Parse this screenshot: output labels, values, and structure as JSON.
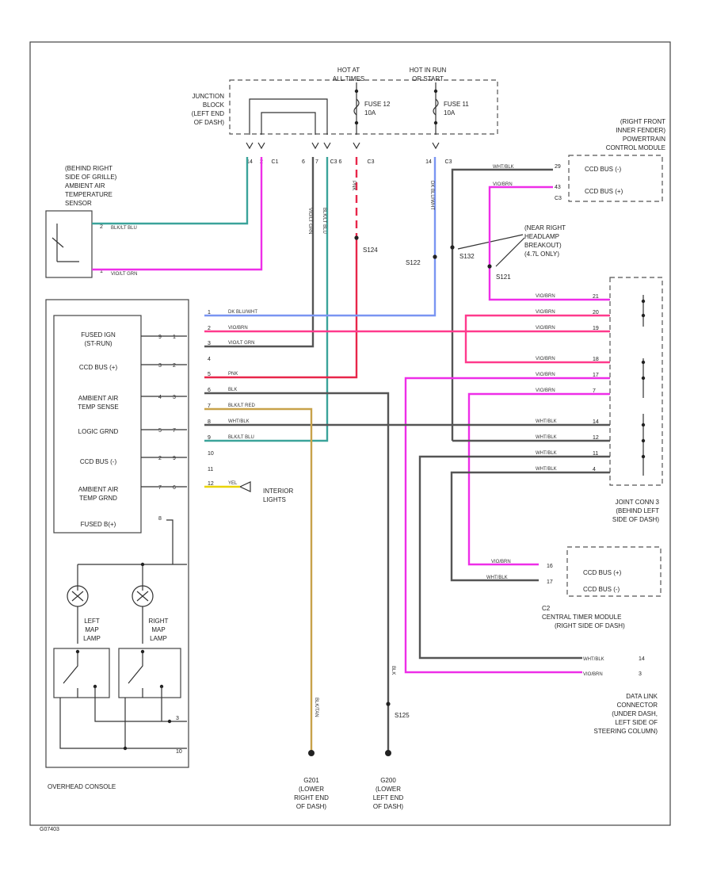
{
  "labels": {
    "hot_always": [
      "HOT AT",
      "ALL TIMES"
    ],
    "hot_run": [
      "HOT IN RUN",
      "OR START"
    ],
    "junction_block": [
      "JUNCTION",
      "BLOCK",
      "(LEFT END",
      "OF DASH)"
    ],
    "fuse12": [
      "FUSE 12",
      "10A"
    ],
    "fuse11": [
      "FUSE 11",
      "10A"
    ],
    "jb_pins": [
      "14",
      "2",
      "C1",
      "6",
      "7",
      "C3 6",
      "C3",
      "14",
      "C3"
    ],
    "sensor": [
      "(BEHIND RIGHT",
      "SIDE OF GRILLE)",
      "AMBIENT AIR",
      "TEMPERATURE",
      "SENSOR"
    ],
    "pcm": [
      "(RIGHT FRONT",
      "INNER FENDER)",
      "POWERTRAIN",
      "CONTROL MODULE"
    ],
    "pcm_pins": [
      "CCD BUS (-)",
      "CCD BUS (+)",
      "C3"
    ],
    "headlamp_bo": [
      "(NEAR RIGHT",
      "HEADLAMP",
      "BREAKOUT)",
      "(4.7L ONLY)"
    ],
    "splices": [
      "S124",
      "S122",
      "S132",
      "S121"
    ],
    "console_rows": [
      "FUSED IGN",
      "(ST-RUN)",
      "CCD BUS (+)",
      "AMBIENT AIR",
      "TEMP SENSE",
      "LOGIC GRND",
      "CCD BUS (-)",
      "AMBIENT AIR",
      "TEMP GRND",
      "FUSED B(+)"
    ],
    "console_title": "OVERHEAD CONSOLE",
    "interior_lights": [
      "INTERIOR",
      "LIGHTS"
    ],
    "map_lamps": [
      "LEFT",
      "MAP",
      "LAMP",
      "RIGHT",
      "MAP",
      "LAMP"
    ],
    "joint_conn": [
      "JOINT CONN 3",
      "(BEHIND LEFT",
      "SIDE OF DASH)"
    ],
    "ctm": [
      "C2",
      "CENTRAL TIMER MODULE",
      "(RIGHT SIDE OF DASH)"
    ],
    "ctm_pins": [
      "CCD BUS (+)",
      "CCD BUS (-)"
    ],
    "dlc": [
      "DATA LINK",
      "CONNECTOR",
      "(UNDER DASH,",
      "LEFT SIDE OF",
      "STEERING COLUMN)"
    ],
    "g201": [
      "G201",
      "(LOWER",
      "RIGHT END",
      "OF DASH)"
    ],
    "g200": [
      "G200",
      "(LOWER",
      "LEFT END",
      "OF DASH)"
    ],
    "g_splice": "S125",
    "code": "G07403"
  },
  "wires": {
    "sensor_tan": "BLK/LT BLU",
    "sensor_vio": "VIO/LT GRN",
    "jb_dk_blu_wht": "DK BLU/WHT",
    "jb_vio_grn": "VIO/LT GRN",
    "jb_blk_lt_blu": "BLK/LT BLU",
    "jb_pnk": "PNK",
    "jb_dk_blu_wht2": "DK BLU/WHT",
    "wht_blk": "WHT/BLK",
    "vio_brn": "VIO/BRN",
    "console_list": [
      "DK BLU/WHT",
      "VIO/BRN",
      "VIO/LT GRN",
      "",
      "PNK",
      "BLK",
      "BLK/LT RED",
      "WHT/BLK",
      "BLK/LT BLU",
      "",
      "",
      "YEL"
    ],
    "console_pins": [
      "1",
      "2",
      "3",
      "4",
      "5",
      "6",
      "7",
      "8",
      "9",
      "10",
      "11",
      "12"
    ],
    "ground_tan": "BLK/TAN",
    "ground_blk": "BLK"
  },
  "colors": {
    "teal": "#3aa39a",
    "magenta": "#ee2ee8",
    "pink": "#ff3a8c",
    "red": "#e8264a",
    "blue": "#7a95f2",
    "gray": "#555555",
    "tan": "#c8a24a",
    "yellow": "#e9d400"
  }
}
